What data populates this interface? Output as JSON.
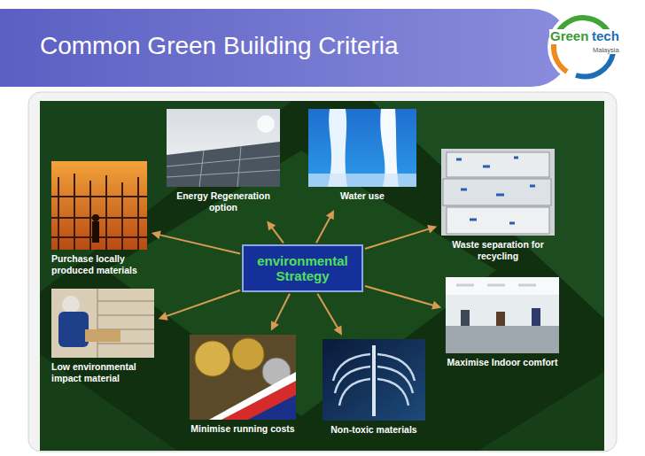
{
  "diagram": {
    "title": "Common Green Building Criteria",
    "nodes": [
      {
        "text": [
          "Energy Regeneration option"
        ]
      },
      {
        "text": [
          "Water use"
        ]
      },
      {
        "text": [
          "Purchase locally produced materials"
        ]
      },
      {
        "text": [
          "Waste separation for recycling"
        ]
      },
      {
        "text": [
          "environmental Strategy"
        ]
      },
      {
        "text": [
          "Low environmental impact material"
        ]
      },
      {
        "text": [
          "Maximise Indoor comfort"
        ]
      },
      {
        "text": [
          "Minimise running costs"
        ]
      },
      {
        "text": [
          "Non-toxic materials"
        ]
      }
    ],
    "edges": [
      {
        "from": 4,
        "to": 0,
        "arrow": "to"
      },
      {
        "from": 4,
        "to": 1,
        "arrow": "to"
      },
      {
        "from": 4,
        "to": 2,
        "arrow": "to"
      },
      {
        "from": 4,
        "to": 3,
        "arrow": "to"
      },
      {
        "from": 4,
        "to": 5,
        "arrow": "to"
      },
      {
        "from": 4,
        "to": 6,
        "arrow": "to"
      },
      {
        "from": 4,
        "to": 7,
        "arrow": "to"
      },
      {
        "from": 4,
        "to": 8,
        "arrow": "to"
      }
    ],
    "labels": [
      "Green",
      "tech",
      "Malaysia"
    ]
  }
}
